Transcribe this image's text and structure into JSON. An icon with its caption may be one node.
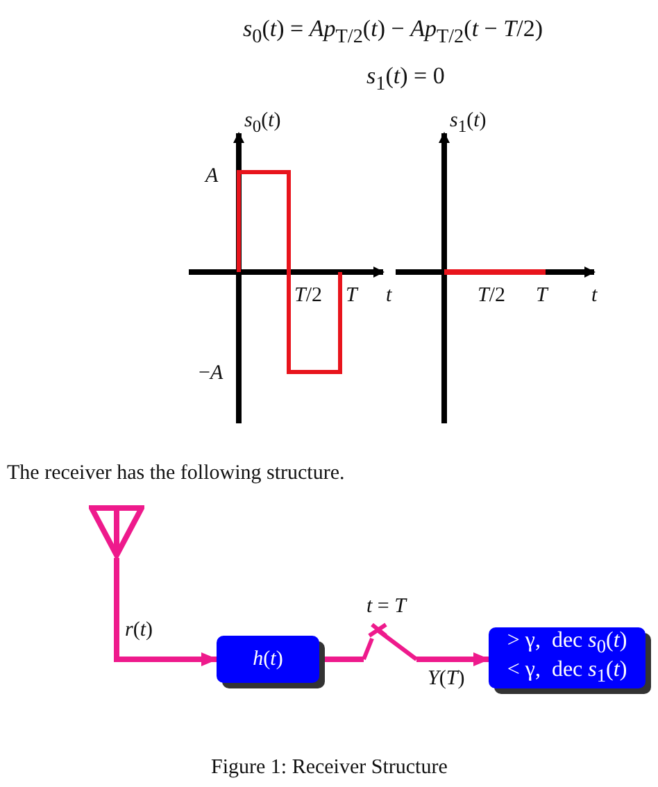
{
  "diagram": {
    "caption": "Figure 1: Receiver Structure",
    "nodes": [
      {
        "text": [],
        "shape": "antenna"
      },
      {
        "text": [
          "*h*(*t*)"
        ]
      },
      {
        "text": [
          "*t* = *T*"
        ]
      },
      {
        "text": [
          "> γ,  dec *s*$_{0}$(*t*)",
          "< γ,  dec *s*$_{1}$(*t*)"
        ]
      }
    ],
    "edges": [
      {
        "from": 0,
        "to": 1,
        "arrow": "to",
        "label": "*r*(*t*)"
      },
      {
        "from": 1,
        "to": 2,
        "arrow": "none"
      },
      {
        "from": 2,
        "to": 3,
        "arrow": "to",
        "label": "*Y*(*T*)"
      }
    ],
    "labels": [
      "*s*$_{0}$(*t*) = *Ap*$_{T/2}$(*t*) − *Ap*$_{T/2}$(*t* − *T*/2)",
      "*s*$_{1}$(*t*) = 0",
      "*s*$_{0}$(*t*)",
      "*A*",
      "*T*/2",
      "*T*",
      "*t*",
      "−*A*",
      "*s*$_{1}$(*t*)",
      "*T*/2",
      "*T*",
      "*t*",
      "The receiver has the following structure."
    ]
  }
}
